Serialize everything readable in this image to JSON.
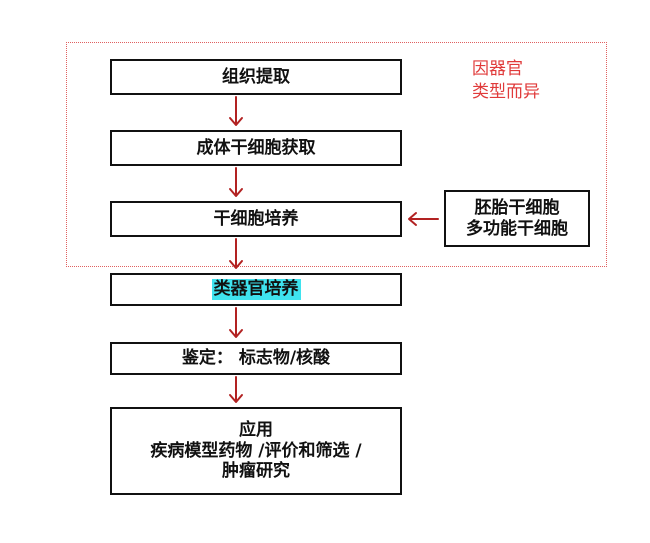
{
  "steps": [
    {
      "label": "组织提取"
    },
    {
      "label": "成体干细胞获取"
    },
    {
      "label": "干细胞培养"
    },
    {
      "label": "类器官培养"
    },
    {
      "label": "鉴定： 标志物/核酸"
    },
    {
      "lines": [
        "应用",
        "疾病模型药物 /评价和筛选 /",
        "肿瘤研究"
      ]
    }
  ],
  "side_source": {
    "lines": [
      "胚胎干细胞",
      "多功能干细胞"
    ]
  },
  "region_note": {
    "lines": [
      "因器官",
      "类型而异"
    ]
  },
  "colors": {
    "arrow": "#b22222",
    "highlight": "#3fe3ef",
    "note": "#e03a3a",
    "border": "#111111"
  }
}
